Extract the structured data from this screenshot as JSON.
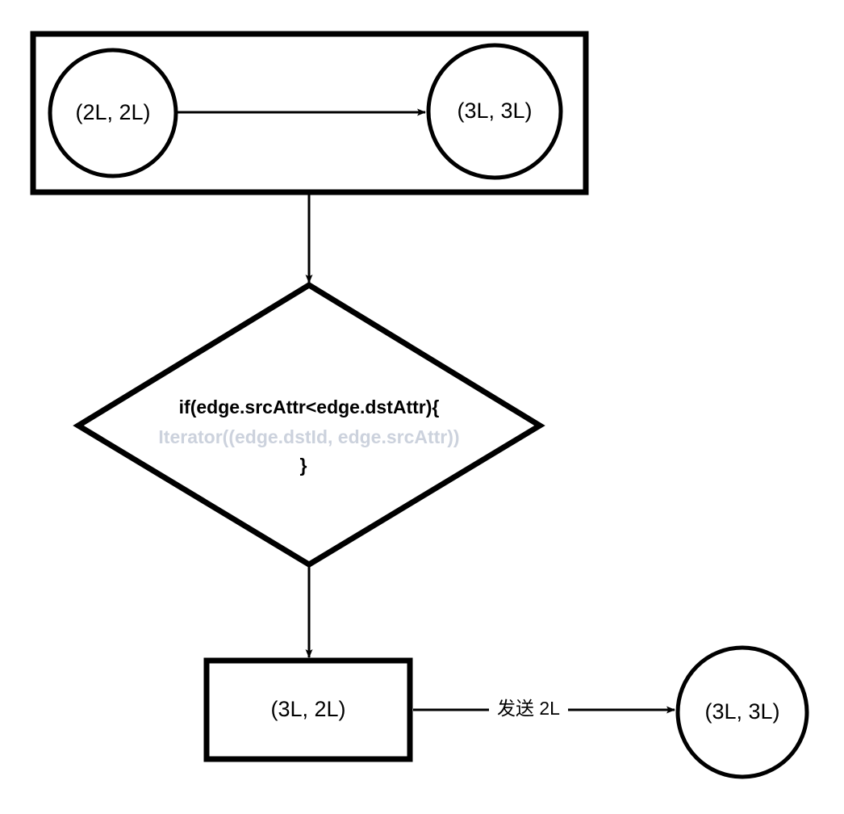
{
  "diagram": {
    "colors": {
      "stroke": "#000000",
      "fill": "#ffffff",
      "faded_text": "#ccd2dd"
    },
    "group_box": {
      "name": "source-partition-group"
    },
    "nodes": [
      {
        "id": "src-vertex",
        "label": "(2L, 2L)",
        "shape": "circle"
      },
      {
        "id": "dst-vertex",
        "label": "(3L, 3L)",
        "shape": "circle"
      },
      {
        "id": "result-tuple",
        "label": "(3L, 2L)",
        "shape": "rect"
      },
      {
        "id": "target-vertex",
        "label": "(3L, 3L)",
        "shape": "circle"
      }
    ],
    "decision": {
      "name": "sendmsg-condition",
      "lines": [
        {
          "text": "if(edge.srcAttr<edge.dstAttr){",
          "style": "strong"
        },
        {
          "text": "Iterator((edge.dstId, edge.srcAttr))",
          "style": "faded"
        },
        {
          "text": "}",
          "style": "strong"
        }
      ]
    },
    "edges": [
      {
        "id": "edge-src-to-dst",
        "label": ""
      },
      {
        "id": "edge-group-to-decision",
        "label": ""
      },
      {
        "id": "edge-decision-to-result",
        "label": ""
      },
      {
        "id": "edge-result-to-target",
        "label": "发送 2L"
      }
    ]
  }
}
